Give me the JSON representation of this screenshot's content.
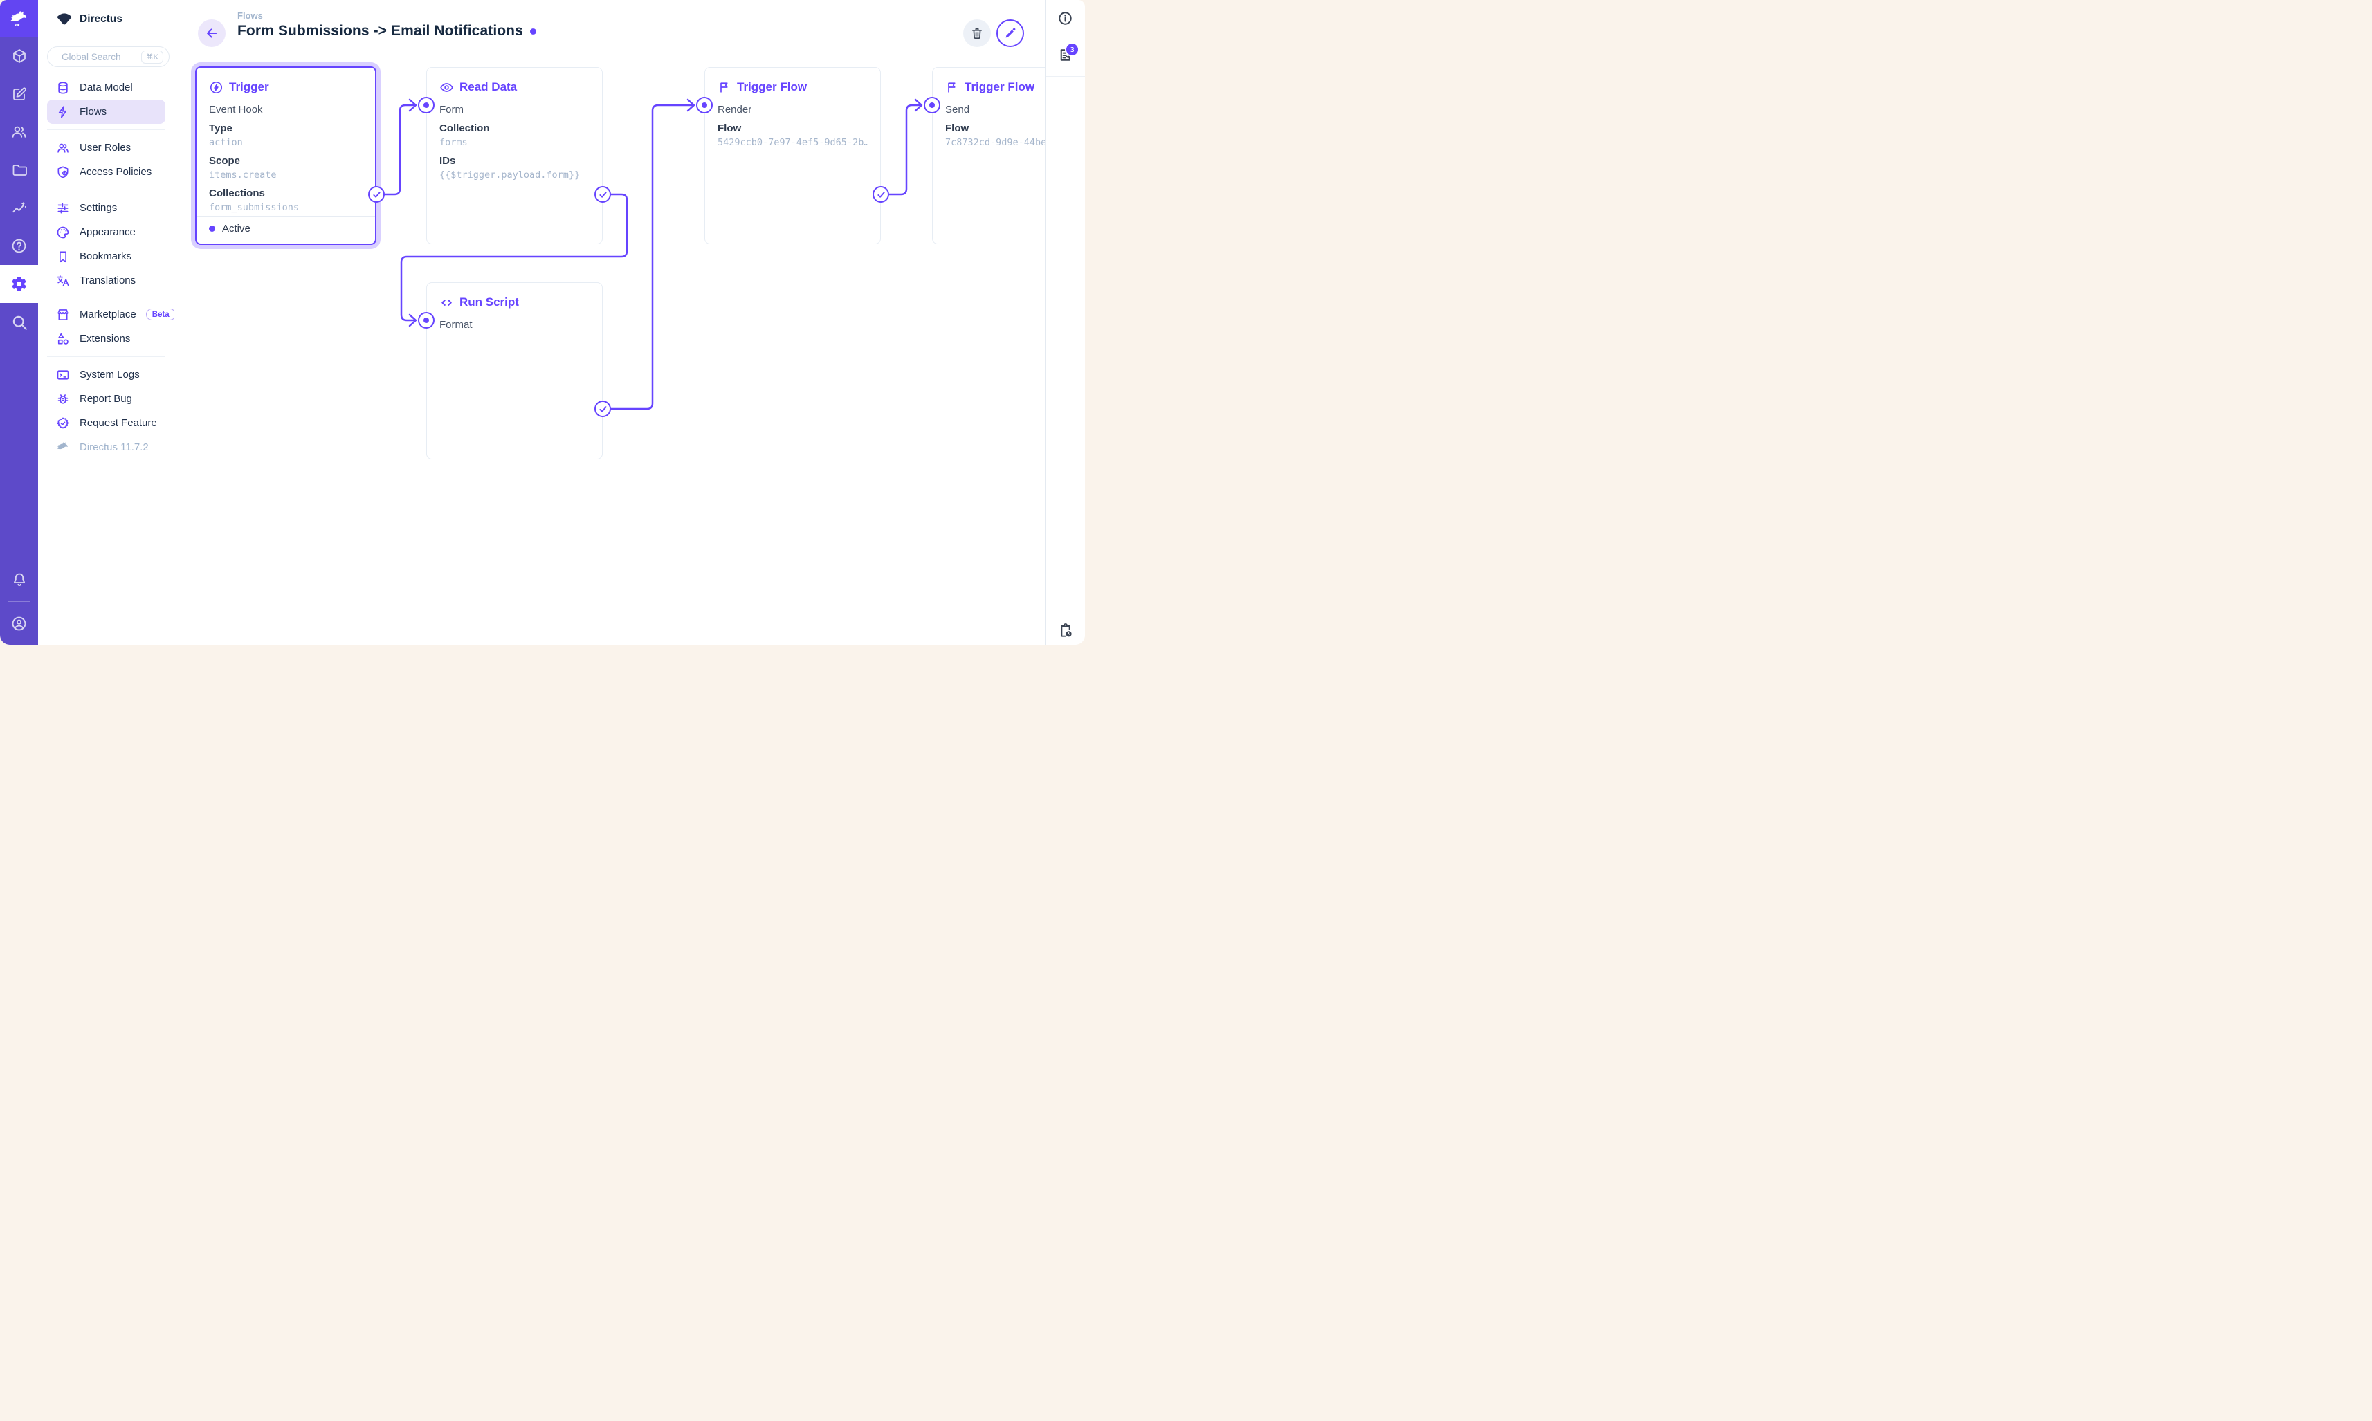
{
  "app": {
    "project_name": "Directus",
    "version_label": "Directus 11.7.2",
    "accent_color": "#6644ff",
    "module_bar_color": "#5d4ac9",
    "logo_cell_color": "#6345f2"
  },
  "module_bar": {
    "modules": [
      {
        "icon": "rabbit-logo"
      },
      {
        "icon": "cube"
      },
      {
        "icon": "edit"
      },
      {
        "icon": "people"
      },
      {
        "icon": "folder"
      },
      {
        "icon": "insights"
      },
      {
        "icon": "help"
      },
      {
        "icon": "settings",
        "active": true
      },
      {
        "icon": "search"
      }
    ],
    "bottom": [
      {
        "icon": "bell"
      },
      {
        "icon": "account"
      }
    ]
  },
  "sidebar": {
    "search": {
      "placeholder": "Global Search",
      "shortcut": "⌘K"
    },
    "nav": [
      {
        "icon": "database-icon",
        "label": "Data Model"
      },
      {
        "icon": "bolt-icon",
        "label": "Flows",
        "active": true
      },
      {
        "icon": "users-icon",
        "label": "User Roles"
      },
      {
        "icon": "shield-icon",
        "label": "Access Policies"
      },
      {
        "icon": "sliders-icon",
        "label": "Settings"
      },
      {
        "icon": "palette-icon",
        "label": "Appearance"
      },
      {
        "icon": "bookmark-icon",
        "label": "Bookmarks"
      },
      {
        "icon": "translate-icon",
        "label": "Translations"
      },
      {
        "icon": "store-icon",
        "label": "Marketplace",
        "badge": "Beta"
      },
      {
        "icon": "shapes-icon",
        "label": "Extensions"
      },
      {
        "icon": "terminal-icon",
        "label": "System Logs"
      },
      {
        "icon": "bug-icon",
        "label": "Report Bug"
      },
      {
        "icon": "seal-check-icon",
        "label": "Request Feature"
      }
    ]
  },
  "header": {
    "breadcrumb": "Flows",
    "title": "Form Submissions -> Email Notifications"
  },
  "right_sidebar": {
    "info_icon": "info-icon",
    "notices_icon": "notices-icon",
    "notices_badge": "3",
    "bottom_icon": "clipboard-clock-icon"
  },
  "cards": {
    "trigger": {
      "title": "Trigger",
      "name": "Event Hook",
      "fields": [
        {
          "label": "Type",
          "value": "action"
        },
        {
          "label": "Scope",
          "value": "items.create"
        },
        {
          "label": "Collections",
          "value": "form_submissions"
        }
      ],
      "status": "Active"
    },
    "read_data": {
      "title": "Read Data",
      "name": "Form",
      "fields": [
        {
          "label": "Collection",
          "value": "forms"
        },
        {
          "label": "IDs",
          "value": "{{$trigger.payload.form}}"
        }
      ]
    },
    "trigger_flow_render": {
      "title": "Trigger Flow",
      "name": "Render",
      "fields": [
        {
          "label": "Flow",
          "value": "5429ccb0-7e97-4ef5-9d65-2b…"
        }
      ]
    },
    "trigger_flow_send": {
      "title": "Trigger Flow",
      "name": "Send",
      "fields": [
        {
          "label": "Flow",
          "value": "7c8732cd-9d9e-44be"
        }
      ]
    },
    "run_script": {
      "title": "Run Script",
      "name": "Format"
    }
  }
}
